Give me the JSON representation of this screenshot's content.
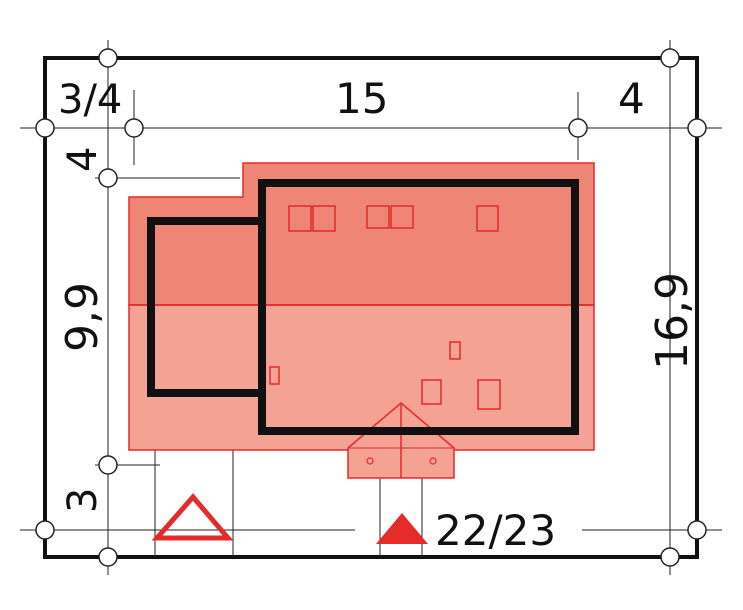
{
  "dimensions": {
    "top_left": "3/4",
    "top_middle": "15",
    "top_right": "4",
    "left_top": "4",
    "left_middle": "9,9",
    "left_bottom": "3",
    "right": "16,9",
    "road_number": "22/23"
  },
  "colors": {
    "roof_upper": "#ef8575",
    "roof_lower": "#f3a294",
    "roof_outline": "#e52a2a",
    "wall": "#111111",
    "entrance": "#e52a2a",
    "grid": "#222222",
    "background": "#ffffff"
  },
  "icons": {
    "entrance_marker": "triangle-filled-icon",
    "gate_marker": "triangle-outline-icon"
  }
}
